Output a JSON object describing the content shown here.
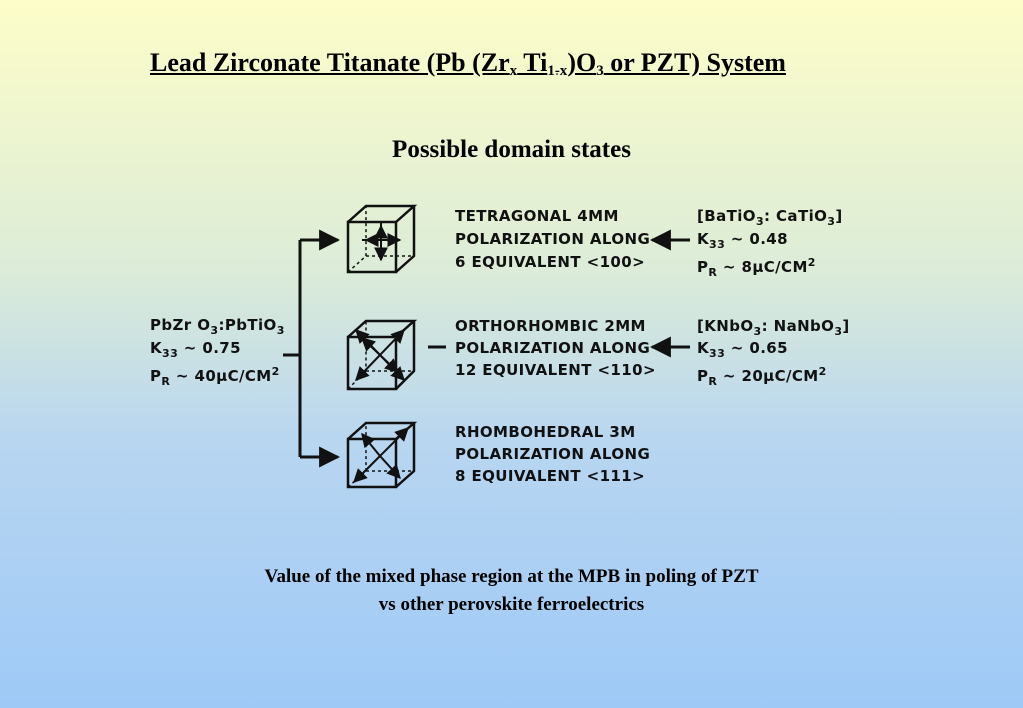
{
  "title": {
    "prefix": "Lead Zirconate Titanate (Pb (Zr",
    "sub_x": "x",
    "ti": " Ti",
    "sub_1x": "1-x",
    "mid": ")O",
    "sub_3": "3",
    "suffix": " or PZT) System"
  },
  "subtitle": "Possible domain states",
  "diagram": {
    "pzt": {
      "formula_a": "PbZr O",
      "formula_a_sub": "3",
      "formula_sep": ":PbTiO",
      "formula_b_sub": "3",
      "k_label": "K",
      "k_sub": "33",
      "k_value": "~ 0.75",
      "p_label": "P",
      "p_sub": "R",
      "p_value": "~ 40μC/CM",
      "p_sup": "2"
    },
    "phases": [
      {
        "name": "TETRAGONAL 4MM",
        "line2": "POLARIZATION ALONG",
        "line3": "6 EQUIVALENT <100>",
        "ref_formula_a": "[BaTiO",
        "ref_formula_a_sub": "3",
        "ref_formula_sep": ": CaTiO",
        "ref_formula_b_sub": "3",
        "ref_formula_end": "]",
        "k_value": "~ 0.48",
        "p_value": "~ 8μC/CM",
        "p_sup": "2"
      },
      {
        "name": "ORTHORHOMBIC 2MM",
        "line2": "POLARIZATION ALONG",
        "line3": "12 EQUIVALENT <110>",
        "ref_formula_a": "[KNbO",
        "ref_formula_a_sub": "3",
        "ref_formula_sep": ": NaNbO",
        "ref_formula_b_sub": "3",
        "ref_formula_end": "]",
        "k_value": "~ 0.65",
        "p_value": "~ 20μC/CM",
        "p_sup": "2"
      },
      {
        "name": "RHOMBOHEDRAL 3M",
        "line2": "POLARIZATION ALONG",
        "line3": "8 EQUIVALENT <111>"
      }
    ],
    "k_label": "K",
    "k_sub": "33",
    "p_label": "P",
    "p_sub": "R",
    "ink_color": "#111111"
  },
  "caption": {
    "line1": "Value of the mixed phase region at the MPB in poling of PZT",
    "line2": "vs other perovskite ferroelectrics"
  }
}
